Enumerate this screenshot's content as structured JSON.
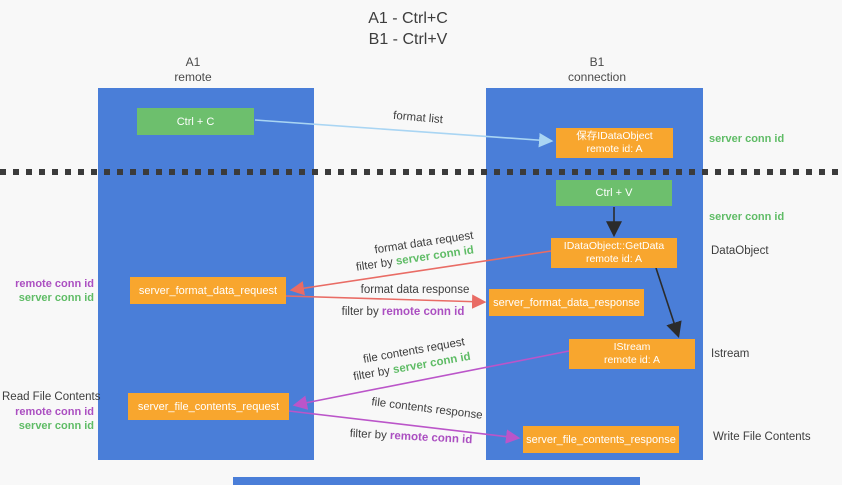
{
  "title": {
    "line1": "A1 - Ctrl+C",
    "line2": "B1 - Ctrl+V"
  },
  "lanes": {
    "left": {
      "id": "A1",
      "subtitle": "remote"
    },
    "right": {
      "id": "B1",
      "subtitle": "connection"
    }
  },
  "nodes": {
    "ctrl_c": {
      "label": "Ctrl + C"
    },
    "save_idataobject": {
      "line1": "保存IDataObject",
      "line2": "remote id: A"
    },
    "ctrl_v": {
      "label": "Ctrl + V"
    },
    "getdata": {
      "line1": "IDataObject::GetData",
      "line2": "remote id: A"
    },
    "format_request": {
      "label": "server_format_data_request"
    },
    "format_response": {
      "label": "server_format_data_response"
    },
    "istream": {
      "line1": "IStream",
      "line2": "remote id: A"
    },
    "file_request": {
      "label": "server_file_contents_request"
    },
    "file_response": {
      "label": "server_file_contents_response"
    }
  },
  "flow_labels": {
    "format_list": "format list",
    "format_data_request": "format data request",
    "format_data_response": "format data response",
    "file_contents_request": "file contents request",
    "file_contents_response": "file contents response",
    "filter_by": "filter by",
    "server_conn_id": "server conn id",
    "remote_conn_id": "remote conn id"
  },
  "side_labels": {
    "server_conn_id_top": "server conn id",
    "server_conn_id_middle": "server conn id",
    "dataobject": "DataObject",
    "istream": "Istream",
    "write_file_contents": "Write File Contents",
    "read_file_contents": "Read File Contents",
    "remote_conn_id_format": "remote conn id",
    "server_conn_id_format": "server conn id",
    "remote_conn_id_file": "remote conn id",
    "server_conn_id_file": "server conn id"
  },
  "colors": {
    "lane-blue": "#4a7ed8",
    "box-green": "#6dbf6d",
    "box-orange": "#f8a62e",
    "arrow-salmon": "#e96c65",
    "arrow-purple": "#bb55c9",
    "arrow-lightblue": "#a9d5f3",
    "arrow-black": "#2b2b2b",
    "text-green": "#5fbc66",
    "text-purple": "#ab4fc1",
    "text-dark": "#3d3d3d",
    "bg": "#f8f8f8"
  }
}
